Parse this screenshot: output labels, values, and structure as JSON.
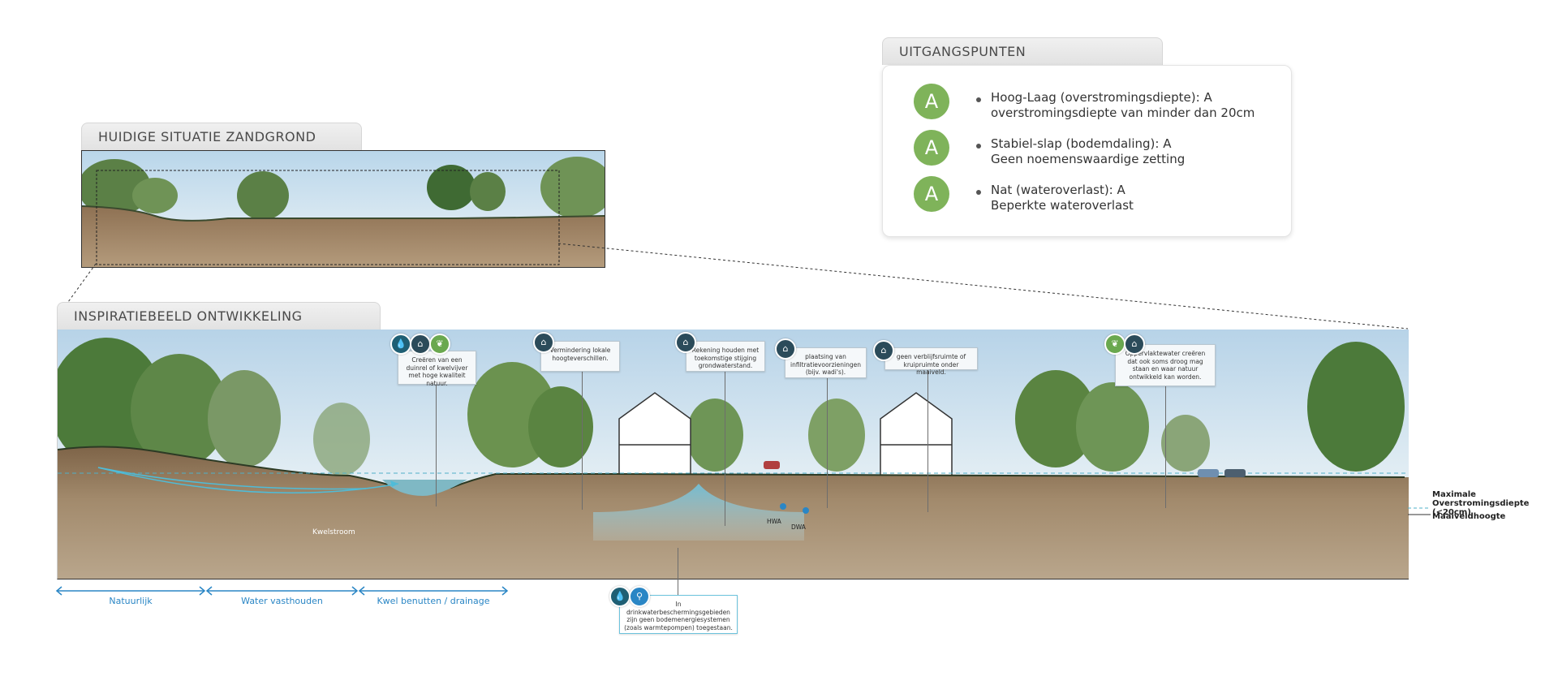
{
  "current": {
    "title": "HUIDIGE SITUATIE ZANDGROND"
  },
  "inspiration": {
    "title": "INSPIRATIEBEELD ONTWIKKELING ZANDGROND"
  },
  "uitgangspunten": {
    "title": "UITGANGSPUNTEN",
    "items": [
      {
        "score": "A",
        "line1": "Hoog-Laag (overstromingsdiepte): A",
        "line2": "overstromingsdiepte van minder dan 20cm"
      },
      {
        "score": "A",
        "line1": "Stabiel-slap (bodemdaling): A",
        "line2": "Geen noemenswaardige zetting"
      },
      {
        "score": "A",
        "line1": "Nat (wateroverlast): A",
        "line2": "Beperkte wateroverlast"
      }
    ],
    "badge_color": "#7fb35a"
  },
  "callouts": [
    {
      "text": "Creëren van een duinrel of kwelvijver met hoge kwaliteit natuur.",
      "icons": [
        "water-drop-icon",
        "house-icon",
        "leaf-icon"
      ]
    },
    {
      "text": "Vermindering lokale hoogteverschillen.",
      "icons": [
        "house-icon"
      ]
    },
    {
      "text": "Rekening houden met toekomstige stijging grondwaterstand.",
      "icons": [
        "house-icon"
      ]
    },
    {
      "text": "plaatsing van infiltratievoorzieningen (bijv. wadi's).",
      "icons": [
        "house-icon"
      ]
    },
    {
      "text": "geen verblijfsruimte of kruipruimte onder maaiveld.",
      "icons": [
        "house-icon"
      ]
    },
    {
      "text": "Oppervlaktewater creëren dat ook soms droog mag staan en waar natuur ontwikkeld kan worden.",
      "icons": [
        "leaf-icon",
        "house-icon"
      ]
    },
    {
      "text": "In drinkwaterbeschermingsgebieden zijn geen bodemenergiesystemen (zoals warmtepompen) toegestaan.",
      "icons": [
        "water-drop-icon",
        "tap-icon"
      ]
    }
  ],
  "labels": {
    "kwelstroom": "Kwelstroom",
    "hwa": "HWA",
    "dwa": "DWA",
    "max_depth": "Maximale Overstromingsdiepte (<20cm)",
    "maaiveld": "Maaiveldhoogte"
  },
  "zones": [
    {
      "label": "Natuurlijk"
    },
    {
      "label": "Water vasthouden"
    },
    {
      "label": "Kwel benutten / drainage"
    }
  ],
  "colors": {
    "sky": "#cfe3f1",
    "soil": "#a48a6a",
    "tree": "#4f7a3a",
    "water": "#6fb6c6",
    "accent_blue": "#2a86c5"
  }
}
